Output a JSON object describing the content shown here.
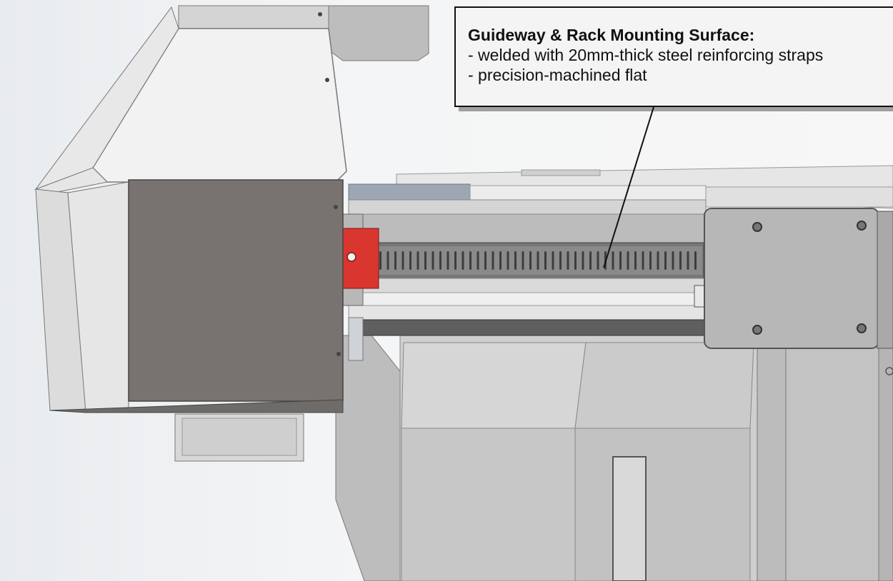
{
  "callout": {
    "title": "Guideway & Rack Mounting Surface:",
    "lines": [
      "- welded with 20mm-thick steel reinforcing straps",
      "- precision-machined flat"
    ]
  },
  "colors": {
    "frame_light": "#e2e2e2",
    "frame_mid": "#c9c9c9",
    "head_panel": "#787370",
    "carriage_block": "#d9362f",
    "rack_dark": "#5c5c5c",
    "callout_bg": "#f4f4f4",
    "callout_border": "#111111"
  }
}
